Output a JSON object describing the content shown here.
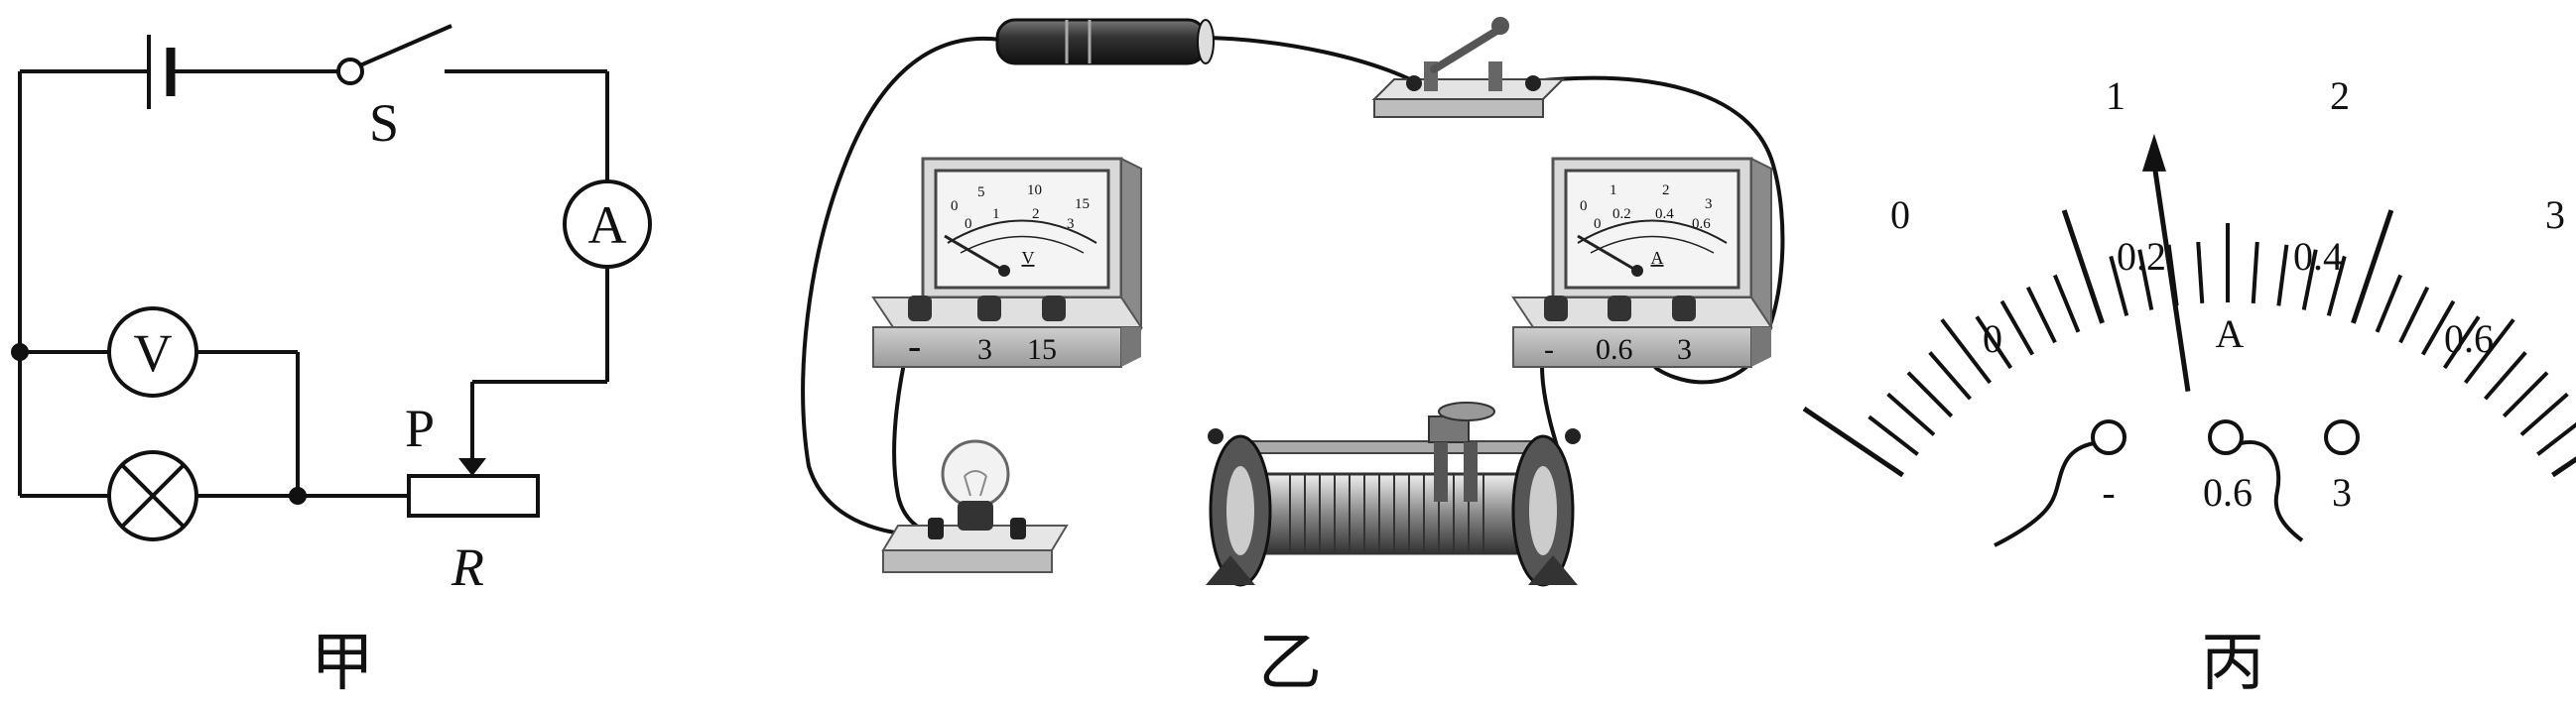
{
  "circuit": {
    "switch_label": "S",
    "ammeter_symbol": "A",
    "voltmeter_symbol": "V",
    "slider_label": "P",
    "rheostat_label": "R",
    "caption": "甲"
  },
  "apparatus": {
    "caption": "乙",
    "voltmeter": {
      "symbol": "V",
      "terminals": [
        "-",
        "3",
        "15"
      ],
      "scale_outer": [
        "0",
        "5",
        "10",
        "15"
      ],
      "scale_inner": [
        "0",
        "1",
        "2",
        "3"
      ]
    },
    "ammeter": {
      "symbol": "A",
      "terminals": [
        "-",
        "0.6",
        "3"
      ],
      "scale_outer": [
        "0",
        "1",
        "2",
        "3"
      ],
      "scale_inner": [
        "0",
        "0.2",
        "0.4",
        "0.6"
      ]
    }
  },
  "dial": {
    "caption": "丙",
    "unit": "A",
    "outer_labels": [
      "0",
      "1",
      "2",
      "3"
    ],
    "inner_labels": [
      "0",
      "0.2",
      "0.4",
      "0.6"
    ],
    "terminals": [
      "-",
      "0.6",
      "3"
    ],
    "pointer_reading": 0.26
  }
}
